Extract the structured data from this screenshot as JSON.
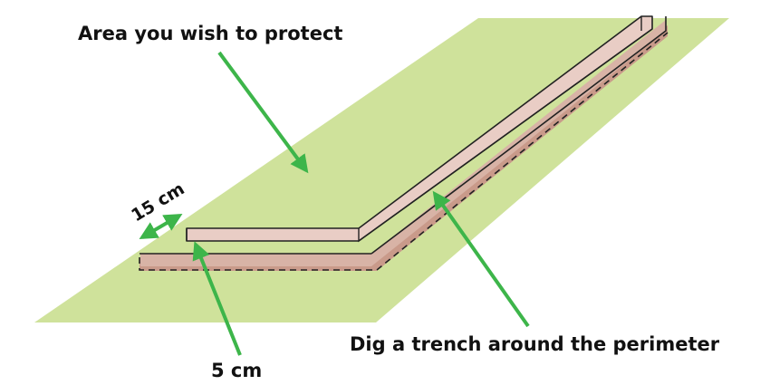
{
  "labels": {
    "area": "Area you wish to protect",
    "trench": "Dig a trench around the perimeter",
    "width": "15 cm",
    "depth": "5 cm"
  },
  "colors": {
    "ground": "#cfe29b",
    "barrier_top": "#e7c9c1",
    "barrier_face": "#d4ac9f",
    "trench_floor": "#c99a8a",
    "outline": "#222222",
    "arrow": "#3db54a"
  }
}
